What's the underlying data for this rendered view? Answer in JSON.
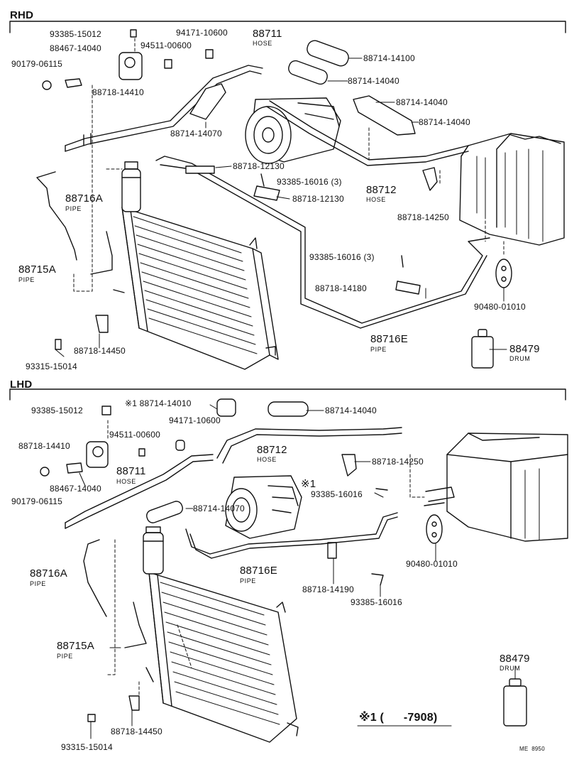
{
  "sections": {
    "rhd": "RHD",
    "lhd": "LHD"
  },
  "rhd": {
    "p93385_15012": "93385-15012",
    "p88467_14040": "88467-14040",
    "p90179_06115": "90179-06115",
    "p88718_14410": "88718-14410",
    "p94171_10600": "94171-10600",
    "p94511_00600": "94511-00600",
    "p88711": "88711",
    "p88711_sub": "HOSE",
    "p88714_14100": "88714-14100",
    "p88714_14040_a": "88714-14040",
    "p88714_14040_b": "88714-14040",
    "p88714_14040_c": "88714-14040",
    "p88714_14070": "88714-14070",
    "p88718_12130_a": "88718-12130",
    "p88718_12130_b": "88718-12130",
    "p93385_16016_a": "93385-16016 (3)",
    "p88712": "88712",
    "p88712_sub": "HOSE",
    "p88718_14250": "88718-14250",
    "p88716A": "88716A",
    "p88716A_sub": "PIPE",
    "p88715A": "88715A",
    "p88715A_sub": "PIPE",
    "p93385_16016_b": "93385-16016 (3)",
    "p88718_14180": "88718-14180",
    "p90480_01010": "90480-01010",
    "p88718_14450": "88718-14450",
    "p88716E": "88716E",
    "p88716E_sub": "PIPE",
    "p93315_15014": "93315-15014",
    "p88479": "88479",
    "p88479_sub": "DRUM"
  },
  "lhd": {
    "p93385_15012": "93385-15012",
    "p88714_14010": "※1 88714-14010",
    "p88714_14040": "88714-14040",
    "p94171_10600": "94171-10600",
    "p94511_00600": "94511-00600",
    "p88718_14410": "88718-14410",
    "p88712": "88712",
    "p88712_sub": "HOSE",
    "p88718_14250": "88718-14250",
    "p88711": "88711",
    "p88711_sub": "HOSE",
    "p88467_14040": "88467-14040",
    "p90179_06115": "90179-06115",
    "mark1": "※1",
    "p93385_16016_a": "93385-16016",
    "p88714_14070": "88714-14070",
    "p90480_01010": "90480-01010",
    "p88716A": "88716A",
    "p88716A_sub": "PIPE",
    "p88716E": "88716E",
    "p88716E_sub": "PIPE",
    "p88718_14190": "88718-14190",
    "p93385_16016_b": "93385-16016",
    "p88715A": "88715A",
    "p88715A_sub": "PIPE",
    "p88479": "88479",
    "p88479_sub": "DRUM",
    "p88718_14450": "88718-14450",
    "p93315_15014": "93315-15014",
    "footnote": "※1 (      -7908)"
  },
  "code": "ME  8950"
}
